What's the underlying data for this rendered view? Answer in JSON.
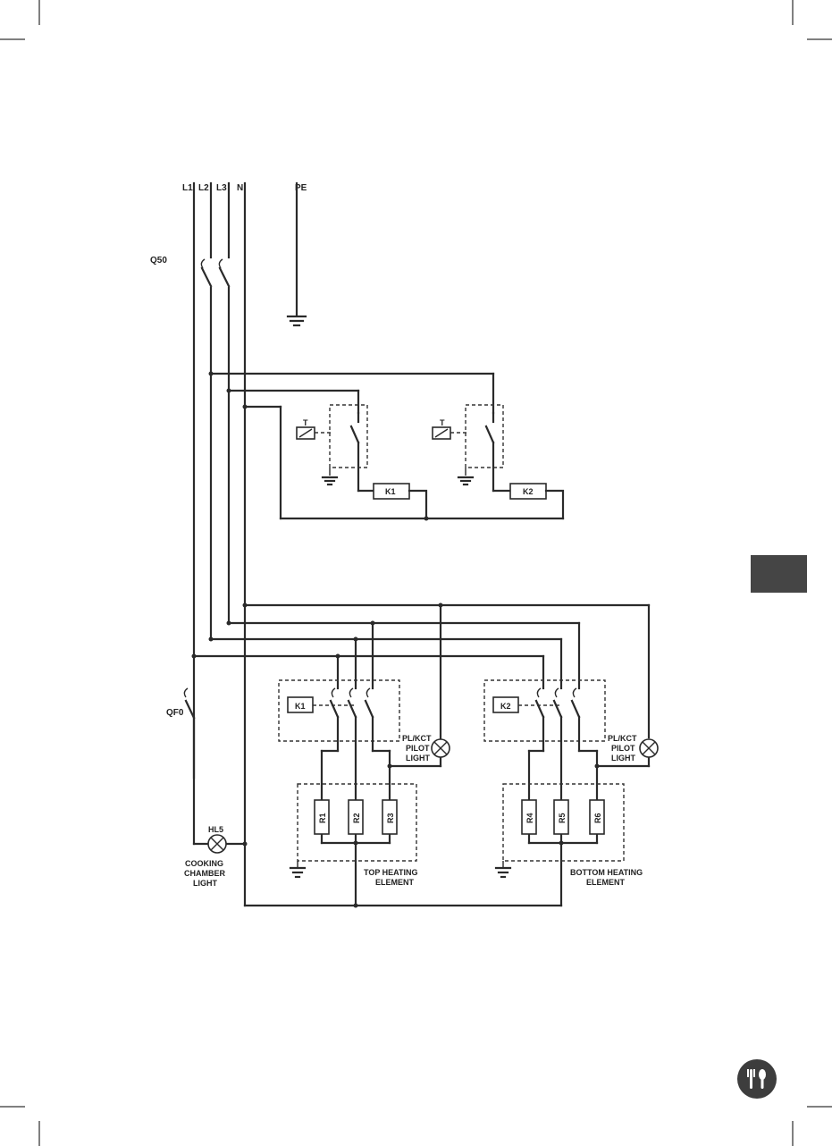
{
  "supply": {
    "l1": "L1",
    "l2": "L2",
    "l3": "L3",
    "n": "N",
    "pe": "PE"
  },
  "switches": {
    "main": "Q50",
    "light": "QF0"
  },
  "thermostats": {
    "t1": "T",
    "t2": "T"
  },
  "contactors": {
    "k1_coil": "K1",
    "k2_coil": "K2",
    "k1_box": "K1",
    "k2_box": "K2"
  },
  "pilot_lights": {
    "top_line1": "PL/KCT",
    "top_line2": "PILOT",
    "top_line3": "LIGHT",
    "bottom_line1": "PL/KCT",
    "bottom_line2": "PILOT",
    "bottom_line3": "LIGHT"
  },
  "heaters": {
    "r1": "R1",
    "r2": "R2",
    "r3": "R3",
    "r4": "R4",
    "r5": "R5",
    "r6": "R6"
  },
  "lamp": {
    "id": "HL5",
    "line1": "COOKING",
    "line2": "CHAMBER",
    "line3": "LIGHT"
  },
  "groups": {
    "top_line1": "TOP HEATING",
    "top_line2": "ELEMENT",
    "bottom_line1": "BOTTOM HEATING",
    "bottom_line2": "ELEMENT"
  }
}
